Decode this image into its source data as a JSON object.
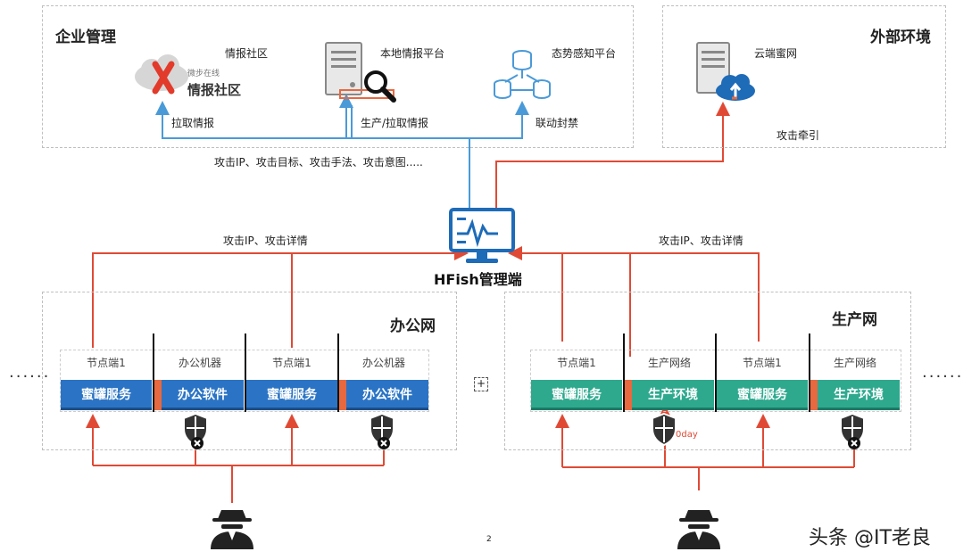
{
  "enterprise": {
    "title": "企业管理",
    "intel_community_label": "情报社区",
    "intel_logo_small": "微步在线",
    "intel_logo_big": "情报社区",
    "local_intel_label": "本地情报平台",
    "situational_label": "态势感知平台",
    "pull_intel": "拉取情报",
    "produce_pull_intel": "生产/拉取情报",
    "linkage_block": "联动封禁"
  },
  "external": {
    "title": "外部环境",
    "cloud_honeynet_label": "云端蜜网",
    "attack_traction": "攻击牵引"
  },
  "flows": {
    "attack_info": "攻击IP、攻击目标、攻击手法、攻击意图.....",
    "attack_ip_detail_left": "攻击IP、攻击详情",
    "attack_ip_detail_right": "攻击IP、攻击详情"
  },
  "manager": {
    "label": "HFish管理端"
  },
  "office_net": {
    "title": "办公网",
    "nodes": [
      {
        "top": "节点端1",
        "box": "蜜罐服务"
      },
      {
        "top": "办公机器",
        "box": "办公软件"
      },
      {
        "top": "节点端1",
        "box": "蜜罐服务"
      },
      {
        "top": "办公机器",
        "box": "办公软件"
      }
    ]
  },
  "prod_net": {
    "title": "生产网",
    "nodes": [
      {
        "top": "节点端1",
        "box": "蜜罐服务"
      },
      {
        "top": "生产网络",
        "box": "生产环境"
      },
      {
        "top": "节点端1",
        "box": "蜜罐服务"
      },
      {
        "top": "生产网络",
        "box": "生产环境"
      }
    ],
    "zero_day": "0day"
  },
  "page_number": "2",
  "watermark": "头条 @IT老良",
  "ellipsis_left": "······",
  "ellipsis_right": "······",
  "colors": {
    "red": "#e04a35",
    "blue": "#4a9ad8",
    "blue_box": "#2b74c5",
    "green_box": "#2ea98e"
  },
  "icons": [
    "threatbook-logo-icon",
    "server-icon",
    "magnifier-icon",
    "database-icon",
    "cloud-icon",
    "monitor-icon",
    "shield-icon",
    "hacker-icon"
  ]
}
